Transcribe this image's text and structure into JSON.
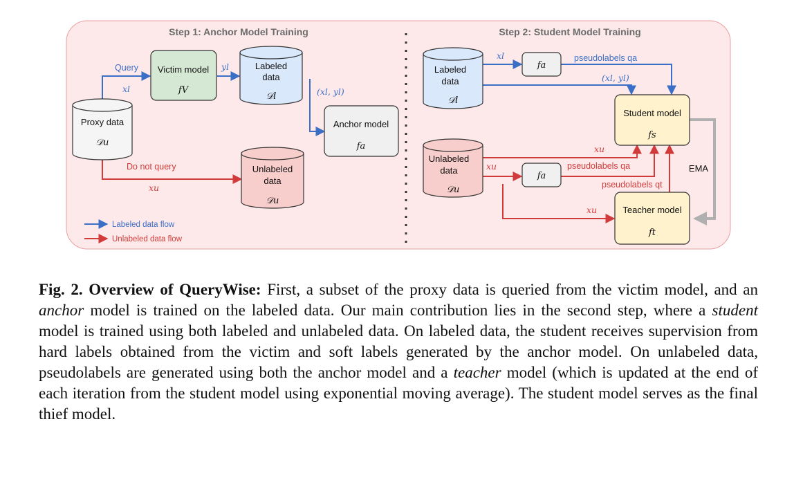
{
  "figure": {
    "step1_title": "Step 1: Anchor Model Training",
    "step2_title": "Step 2: Student Model Training",
    "nodes": {
      "proxy": {
        "label": "Proxy data",
        "symbol": "𝒟u"
      },
      "victim": {
        "label": "Victim model",
        "symbol": "fV"
      },
      "labeled1": {
        "label_line1": "Labeled",
        "label_line2": "data",
        "symbol": "𝒟l"
      },
      "anchor": {
        "label": "Anchor model",
        "symbol": "fa"
      },
      "unlabeled1": {
        "label_line1": "Unlabeled",
        "label_line2": "data",
        "symbol": "𝒟u"
      },
      "labeled2": {
        "label_line1": "Labeled",
        "label_line2": "data",
        "symbol": "𝒟l"
      },
      "fa_top": {
        "symbol": "fa"
      },
      "student": {
        "label": "Student model",
        "symbol": "fs"
      },
      "unlabeled2": {
        "label_line1": "Unlabeled",
        "label_line2": "data",
        "symbol": "𝒟u"
      },
      "fa_mid": {
        "symbol": "fa"
      },
      "teacher": {
        "label": "Teacher model",
        "symbol": "ft"
      }
    },
    "edges": {
      "query": "Query",
      "xl_proxy": "xl",
      "yl": "yl",
      "xl_yl_anchor": "(xl, yl)",
      "do_not_query": "Do not query",
      "xu_proxy": "xu",
      "xl_fa": "xl",
      "pseudolabels_qa_top": "pseudolabels qa",
      "xl_yl_student": "(xl, yl)",
      "xu_student": "xu",
      "xu_fa": "xu",
      "pseudolabels_qa_mid": "pseudolabels qa",
      "pseudolabels_qt": "pseudolabels qt",
      "xu_teacher": "xu",
      "ema": "EMA"
    },
    "legend": {
      "labeled_flow": "Labeled data flow",
      "unlabeled_flow": "Unlabeled data flow"
    },
    "colors": {
      "panel_bg": "#fde9e9",
      "panel_border": "#e8a0a0",
      "blue": "#3b6fc6",
      "red": "#d23b3b",
      "victim_fill": "#d5e8d4",
      "labeled_fill": "#dae8fc",
      "unlabeled_fill": "#f8cecc",
      "gray_fill": "#f0f0f0",
      "yellow_fill": "#fff2cc",
      "ema_gray": "#b0b0b0"
    }
  },
  "caption": {
    "fig_label": "Fig. 2. Overview of QueryWise:",
    "part1": " First, a subset of the proxy data is queried from the victim model, and an ",
    "em_anchor": "anchor",
    "part2": " model is trained on the labeled data. Our main contribution lies in the second step, where a ",
    "em_student": "student",
    "part3": " model is trained using both labeled and unlabeled data. On labeled data, the student receives supervision from hard labels obtained from the victim and soft labels generated by the anchor model. On unlabeled data, pseudolabels are generated using both the anchor model and a ",
    "em_teacher": "teacher",
    "part4": " model (which is updated at the end of each iteration from the student model using exponential moving average). The student model serves as the final thief model."
  }
}
